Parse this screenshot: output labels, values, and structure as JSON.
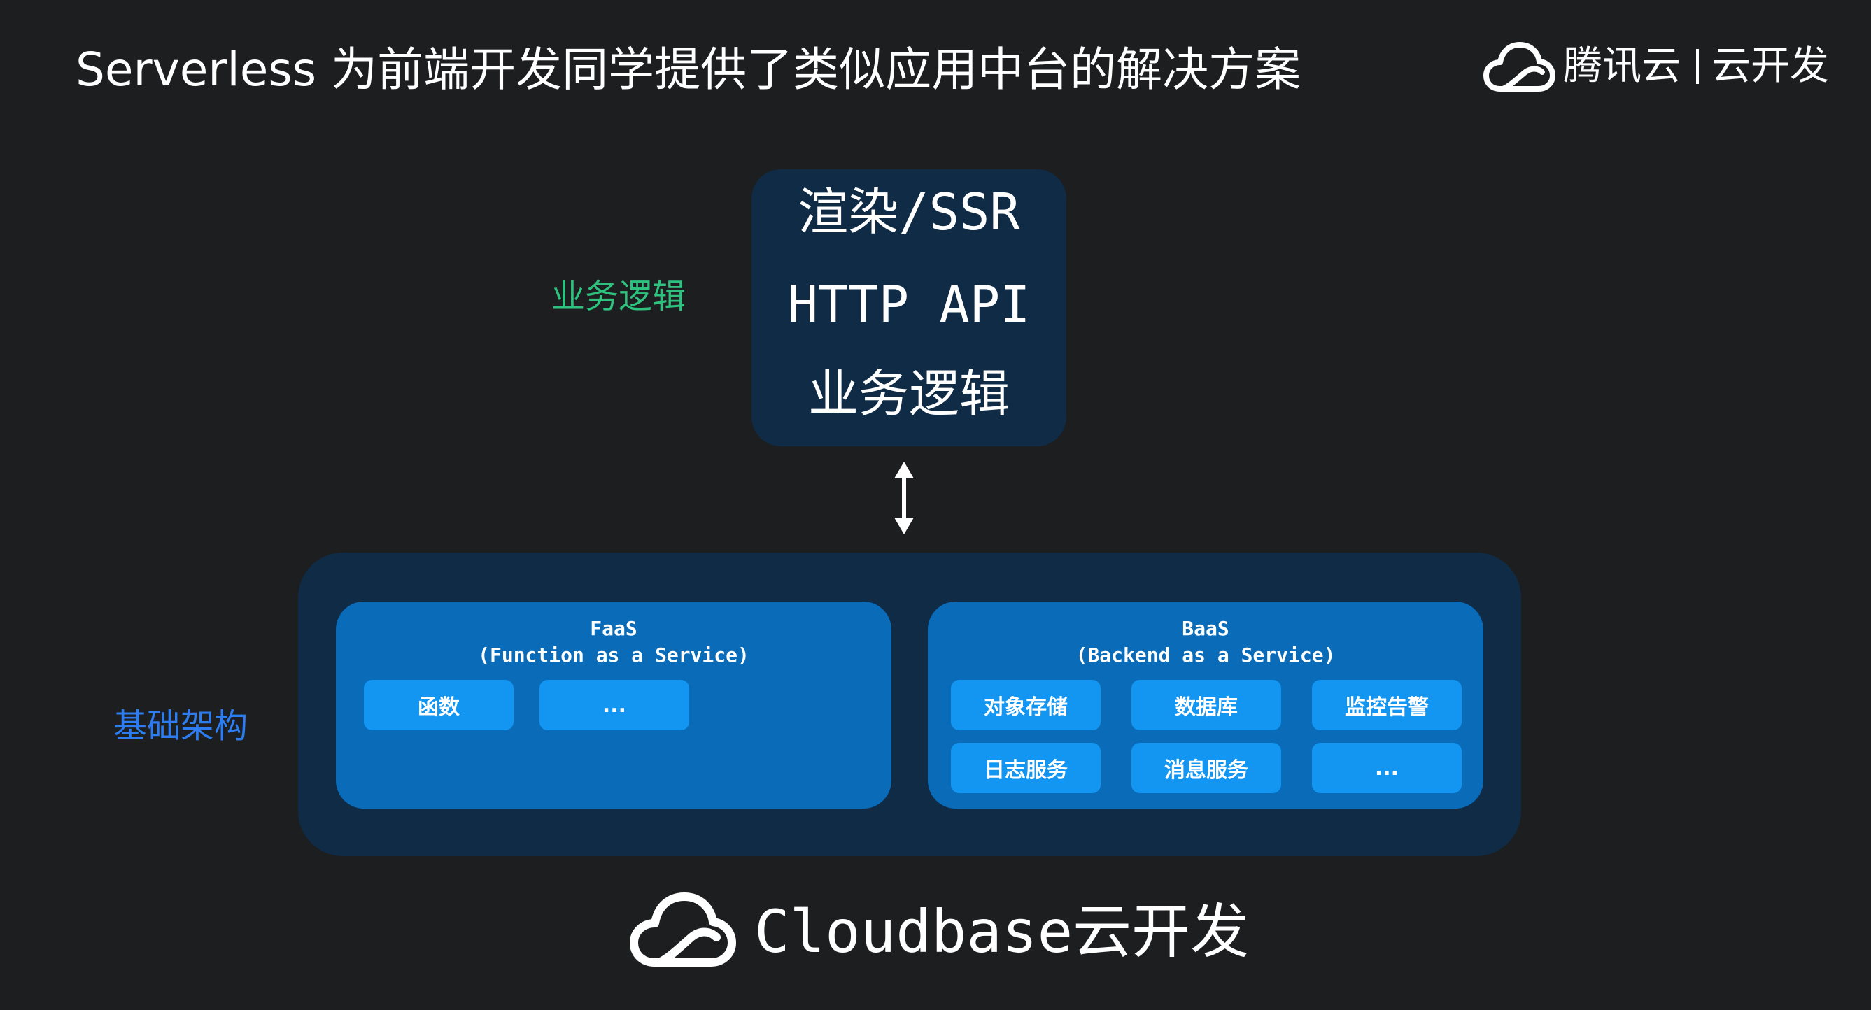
{
  "slide": {
    "title": "Serverless 为前端开发同学提供了类似应用中台的解决方案"
  },
  "brand": {
    "icon": "cloud-logo-icon",
    "name": "腾讯云",
    "product": "云开发"
  },
  "labels": {
    "business": "业务逻辑",
    "infrastructure": "基础架构"
  },
  "business_box": {
    "lines": [
      "渲染/SSR",
      "HTTP API",
      "业务逻辑"
    ]
  },
  "connector": {
    "icon": "double-arrow-vertical-icon"
  },
  "faas": {
    "title": "FaaS",
    "subtitle": "(Function as a Service)",
    "items": [
      "函数",
      "..."
    ]
  },
  "baas": {
    "title": "BaaS",
    "subtitle": "(Backend as a Service)",
    "items": [
      "对象存储",
      "数据库",
      "监控告警",
      "日志服务",
      "消息服务",
      "..."
    ]
  },
  "footer": {
    "icon": "cloud-logo-icon",
    "text": "Cloudbase云开发"
  },
  "colors": {
    "background": "#1c1e20",
    "box_dark": "#0f2b45",
    "panel": "#0a6bb8",
    "chip": "#1296f2",
    "business_label": "#2ec27e",
    "infra_label": "#2d7cf0"
  }
}
